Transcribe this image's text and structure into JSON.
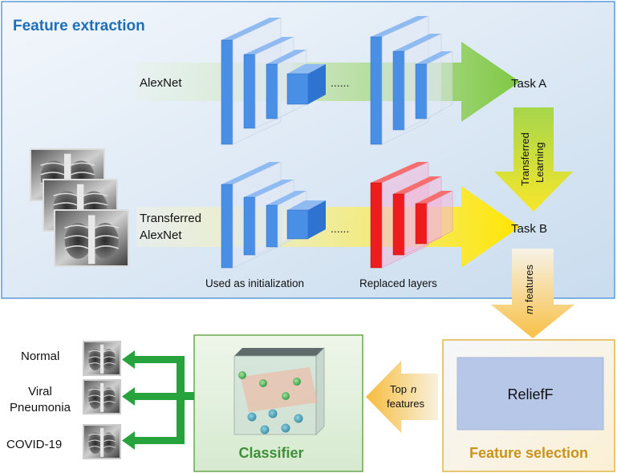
{
  "feature_extraction": {
    "title": "Feature extraction",
    "alexnet_label": "AlexNet",
    "transferred_label_line1": "Transferred",
    "transferred_label_line2": "AlexNet",
    "dots": "......",
    "task_a": "Task A",
    "task_b": "Task B",
    "transfer_line1": "Transferred",
    "transfer_line2": "Learning",
    "init_caption": "Used as initialization",
    "replaced_caption": "Replaced layers"
  },
  "m_features": {
    "var": "m",
    "word": "features"
  },
  "feature_selection": {
    "title": "Feature selection",
    "method": "ReliefF"
  },
  "top_features": {
    "line1_prefix": "Top",
    "var": "n",
    "line2": "features"
  },
  "classifier": {
    "title": "Classifier"
  },
  "outputs": {
    "normal": "Normal",
    "viral_line1": "Viral",
    "viral_line2": "Pneumonia",
    "covid": "COVID-19"
  },
  "colors": {
    "blue_title": "#1f6fb8",
    "green_title": "#3f8f3a",
    "gold_title": "#c9931c",
    "layer_blue": "#4a8fe6",
    "layer_red": "#ee1c1c"
  }
}
